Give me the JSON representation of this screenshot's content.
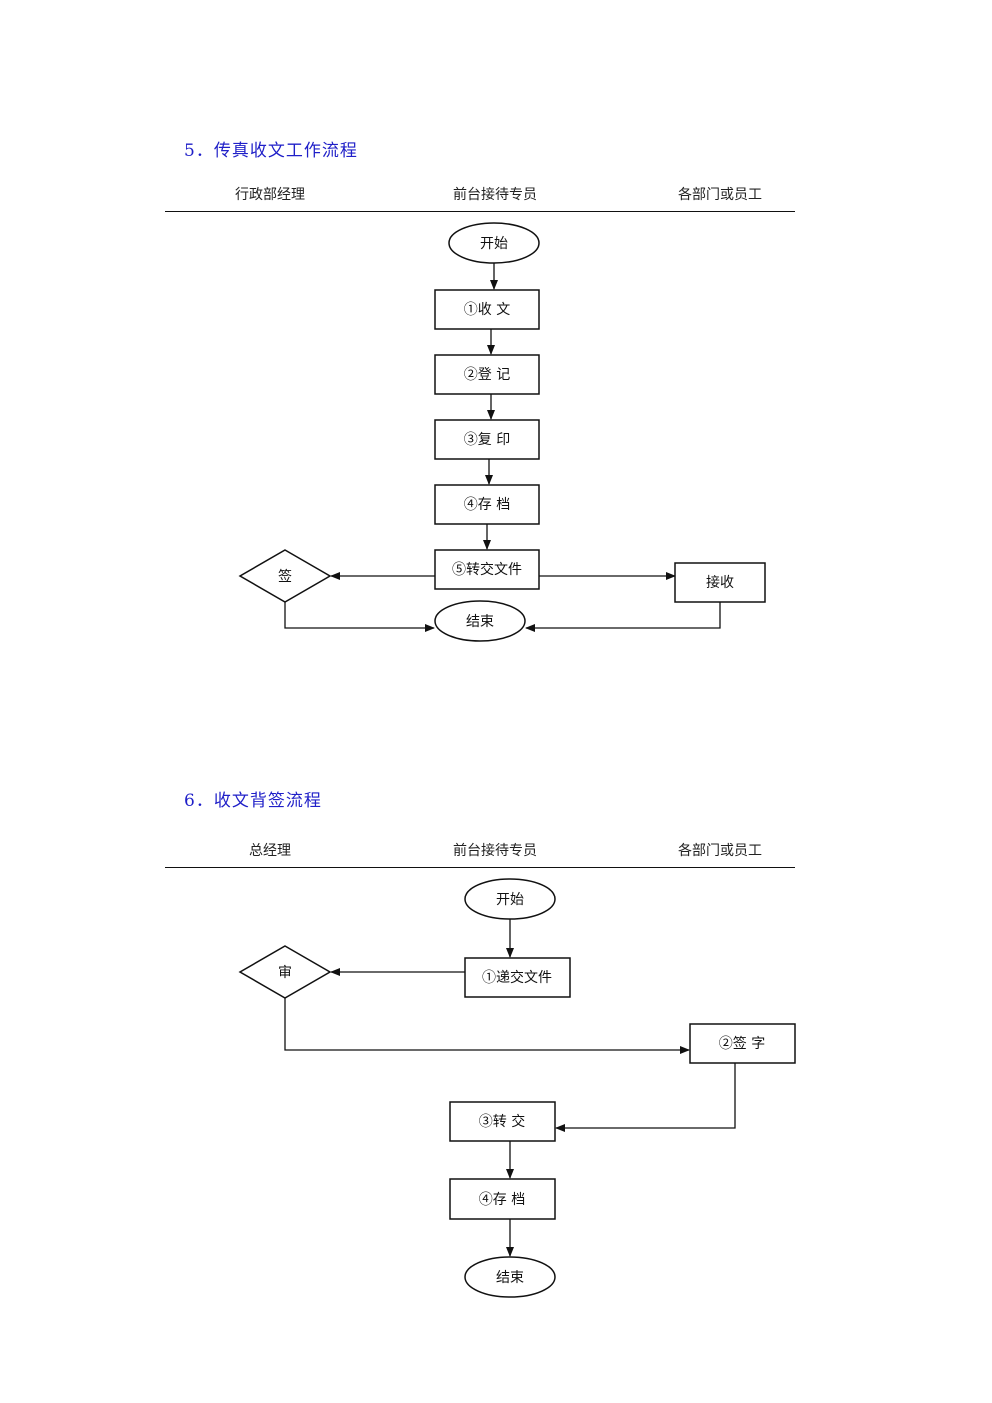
{
  "section1": {
    "title": "5．传真收文工作流程",
    "lanes": [
      "行政部经理",
      "前台接待专员",
      "各部门或员工"
    ],
    "nodes": {
      "start": "开始",
      "step1": "①收  文",
      "step2": "②登   记",
      "step3": "③复   印",
      "step4": "④存    档",
      "step5": "⑤转交文件",
      "sign": "签",
      "receive": "接收",
      "end": "结束"
    }
  },
  "section2": {
    "title": "6．收文背签流程",
    "lanes": [
      "总经理",
      "前台接待专员",
      "各部门或员工"
    ],
    "nodes": {
      "start": "开始",
      "step1": "①递交文件",
      "review": "审",
      "step2": "②签    字",
      "step3": "③转    交",
      "step4": "④存    档",
      "end": "结束"
    }
  }
}
